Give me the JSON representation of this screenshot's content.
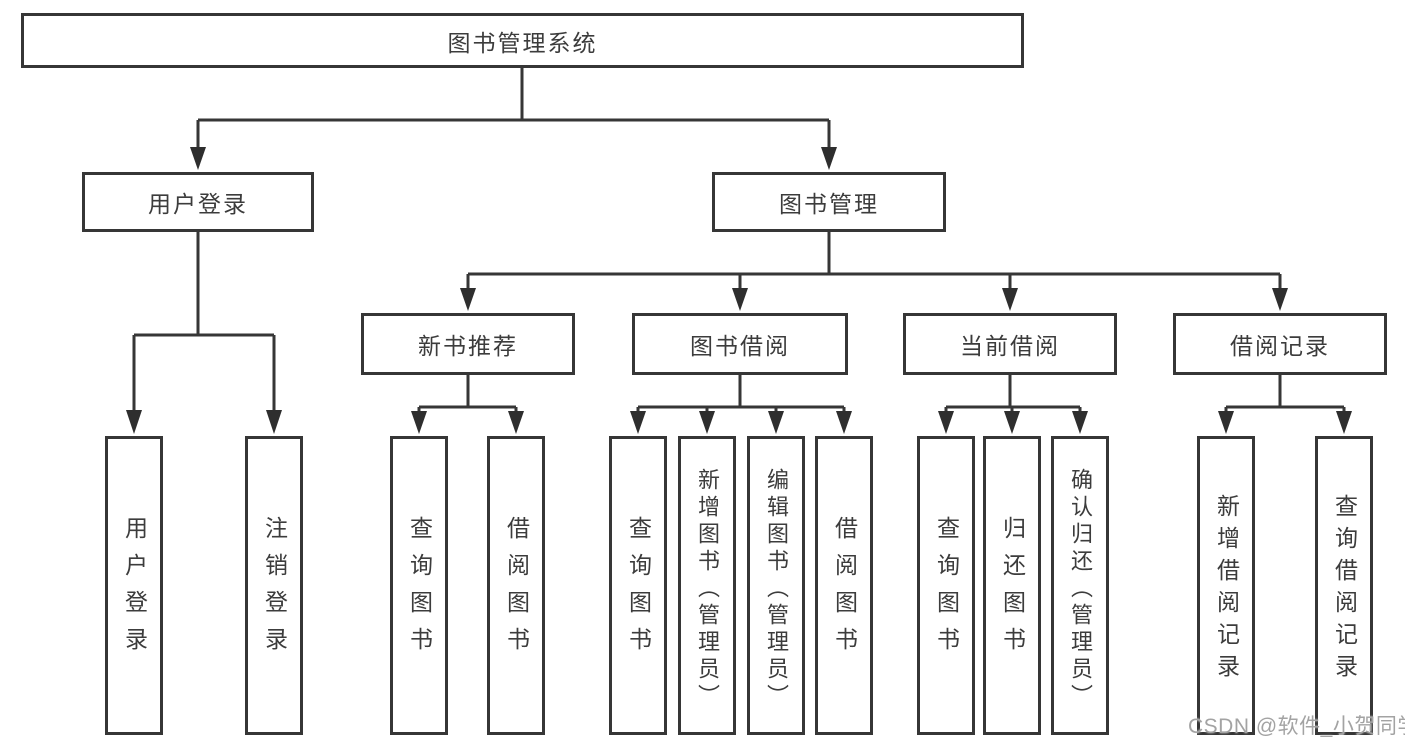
{
  "colors": {
    "line": "#363636",
    "text": "#3c3c3c",
    "watermark": "#a3a3a3",
    "background": "#ffffff"
  },
  "watermark": "CSDN @软件_小贺同学",
  "diagram": {
    "tree": {
      "label": "图书管理系统",
      "children": [
        {
          "label": "用户登录",
          "children": [
            {
              "label": "用户登录"
            },
            {
              "label": "注销登录"
            }
          ]
        },
        {
          "label": "图书管理",
          "children": [
            {
              "label": "新书推荐",
              "children": [
                {
                  "label": "查询图书"
                },
                {
                  "label": "借阅图书"
                }
              ]
            },
            {
              "label": "图书借阅",
              "children": [
                {
                  "label": "查询图书"
                },
                {
                  "label": "新增图书（管理员）"
                },
                {
                  "label": "编辑图书（管理员）"
                },
                {
                  "label": "借阅图书"
                }
              ]
            },
            {
              "label": "当前借阅",
              "children": [
                {
                  "label": "查询图书"
                },
                {
                  "label": "归还图书"
                },
                {
                  "label": "确认归还（管理员）"
                }
              ]
            },
            {
              "label": "借阅记录",
              "children": [
                {
                  "label": "新增借阅记录"
                },
                {
                  "label": "查询借阅记录"
                }
              ]
            }
          ]
        }
      ]
    }
  }
}
